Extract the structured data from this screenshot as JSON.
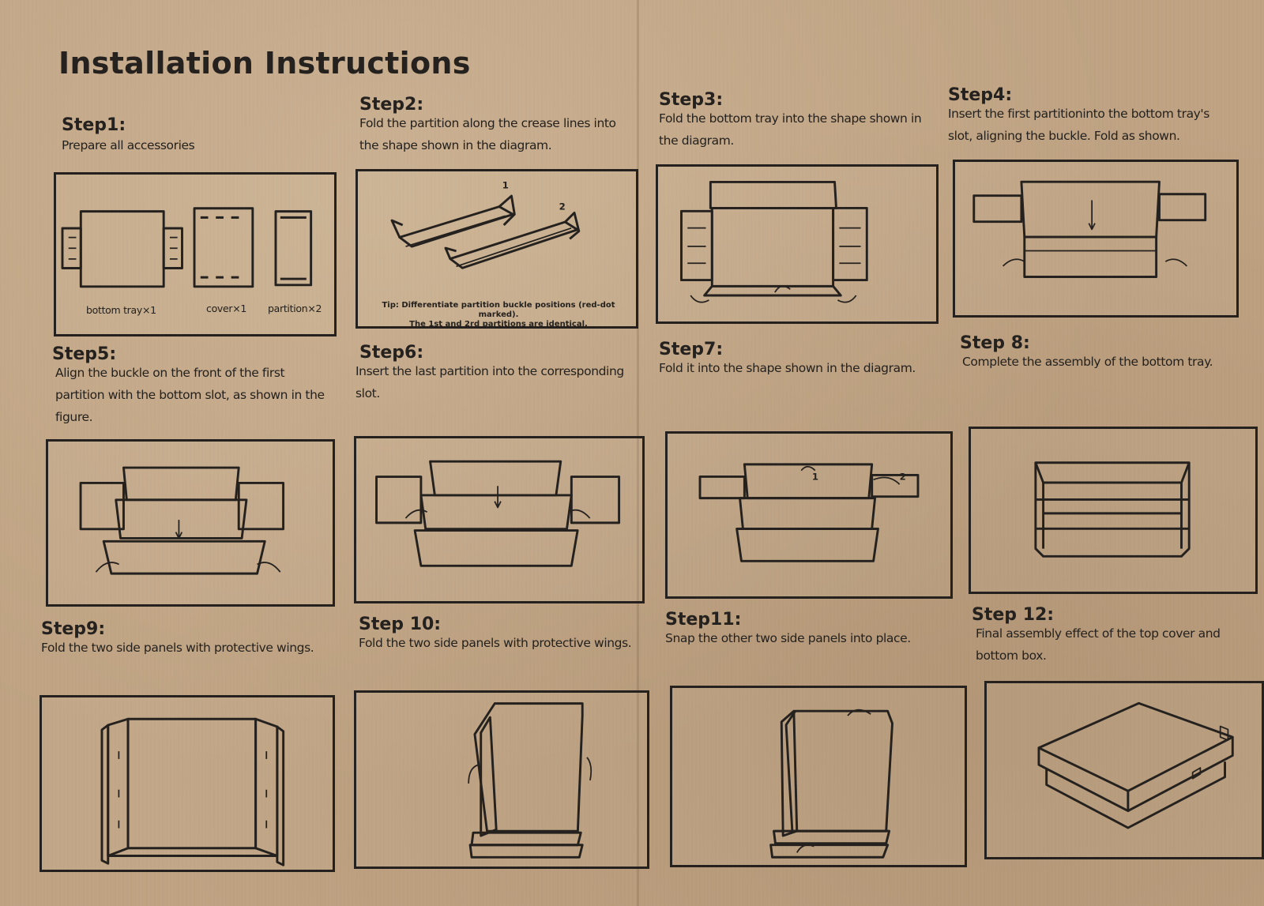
{
  "title": "Installation Instructions",
  "steps": [
    {
      "heading": "Step1:",
      "description": "Prepare all accessories"
    },
    {
      "heading": "Step2:",
      "description": "Fold the partition along the crease lines into the shape shown in the diagram."
    },
    {
      "heading": "Step3:",
      "description": "Fold the bottom tray into the shape shown in the diagram."
    },
    {
      "heading": "Step4:",
      "description": "Insert the first partitioninto the bottom tray's slot, aligning the buckle. Fold as shown."
    },
    {
      "heading": "Step5:",
      "description": "Align the buckle on the front of the first partition with the bottom slot, as shown in the figure."
    },
    {
      "heading": "Step6:",
      "description": "Insert the last partition into the corresponding slot."
    },
    {
      "heading": "Step7:",
      "description": "Fold it into the shape shown in the diagram."
    },
    {
      "heading": "Step 8:",
      "description": "Complete the assembly of the bottom tray."
    },
    {
      "heading": "Step9:",
      "description": "Fold the two side panels with protective wings."
    },
    {
      "heading": "Step 10:",
      "description": "Fold the two side panels with protective wings."
    },
    {
      "heading": "Step11:",
      "description": "Snap the other two side panels into place."
    },
    {
      "heading": "Step 12:",
      "description": "Final assembly effect of the top cover and bottom box."
    }
  ],
  "accessories": [
    {
      "label": "bottom tray×1"
    },
    {
      "label": "cover×1"
    },
    {
      "label": "partition×2"
    }
  ],
  "step2_tip": {
    "line1": "Tip: Differentiate partition buckle positions (red-dot marked).",
    "line2": "The 1st and 2rd partitions are identical."
  },
  "diagram_numbers": {
    "first": "1",
    "second": "2"
  }
}
